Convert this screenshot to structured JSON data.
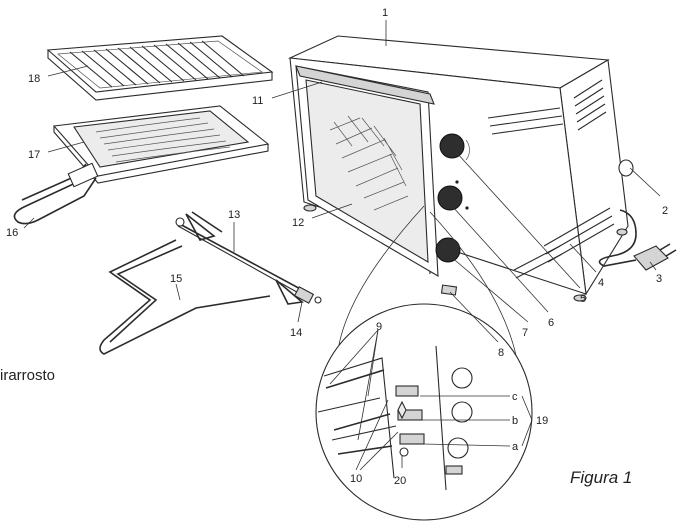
{
  "side_label": "irarrosto",
  "caption": "Figura 1",
  "callouts": {
    "c1": "1",
    "c2": "2",
    "c3": "3",
    "c4": "4",
    "c5": "5",
    "c6": "6",
    "c7": "7",
    "c8": "8",
    "c9": "9",
    "c10": "10",
    "c11": "11",
    "c12": "12",
    "c13": "13",
    "c14": "14",
    "c15": "15",
    "c16": "16",
    "c17": "17",
    "c18": "18",
    "c19": "19",
    "c20": "20",
    "ca": "a",
    "cb": "b",
    "cc": "c"
  }
}
